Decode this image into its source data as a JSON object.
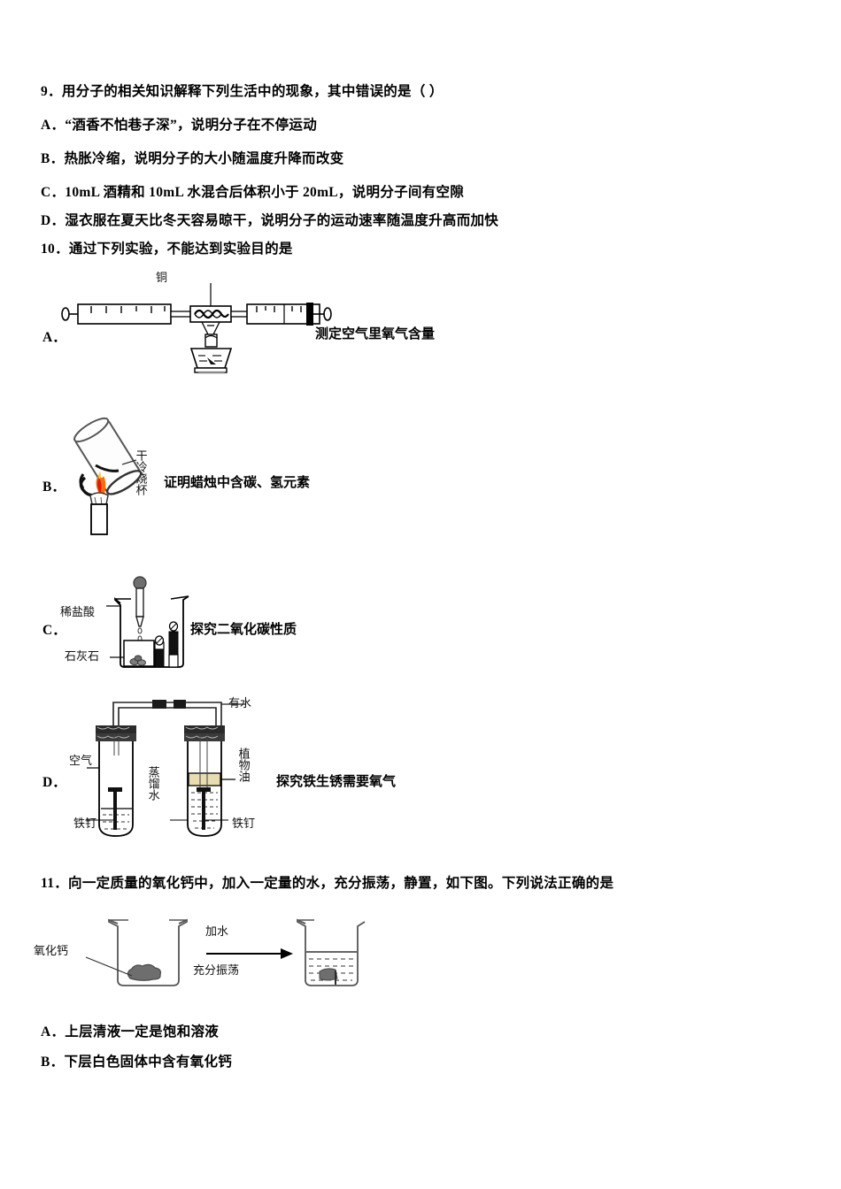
{
  "document": {
    "type": "chemistry-exam-page",
    "language": "zh-CN"
  },
  "questions": [
    {
      "number": "9",
      "stem": "9．用分子的相关知识解释下列生活中的现象，其中错误的是（ ）",
      "options": [
        "A．“酒香不怕巷子深”，说明分子在不停运动",
        "B．热胀冷缩，说明分子的大小随温度升降而改变",
        "C．10mL 酒精和 10mL 水混合后体积小于 20mL，说明分子间有空隙",
        "D．湿衣服在夏天比冬天容易晾干，说明分子的运动速率随温度升高而加快"
      ]
    },
    {
      "number": "10",
      "stem": "10．通过下列实验，不能达到实验目的是",
      "option_letters": {
        "a": "A．",
        "b": "B．",
        "c": "C．",
        "d": "D．"
      },
      "captions": {
        "a": "测定空气里氧气含量",
        "b": "证明蜡烛中含碳、氢元素",
        "c": "探究二氧化碳性质",
        "d": "探究铁生锈需要氧气"
      },
      "figure_labels": {
        "a_copper": "铜",
        "b_beaker": "干冷烧杯",
        "c_acid": "稀盐酸",
        "c_limestone": "石灰石",
        "d_water_top": "有水",
        "d_air": "空气",
        "d_distilled_water": "蒸馏水",
        "d_vegetable_oil": "植物油",
        "d_nail_left": "铁钉",
        "d_nail_right": "铁钉"
      }
    },
    {
      "number": "11",
      "stem": "11．向一定质量的氧化钙中，加入一定量的水，充分振荡，静置，如下图。下列说法正确的是",
      "figure_labels": {
        "calcium_oxide": "氧化钙",
        "arrow_top": "加水",
        "arrow_bottom": "充分振荡"
      },
      "options": [
        "A．上层清液一定是饱和溶液",
        "B．下层白色固体中含有氧化钙"
      ]
    }
  ],
  "colors": {
    "text": "#000000",
    "flame_outer": "#f07010",
    "flame_inner": "#e01b0c",
    "flame_tip": "#ffd040",
    "oil_layer": "#e8dcb0",
    "solid_gray": "#6e6e6e",
    "stopper_dark": "#1a1a1a"
  }
}
